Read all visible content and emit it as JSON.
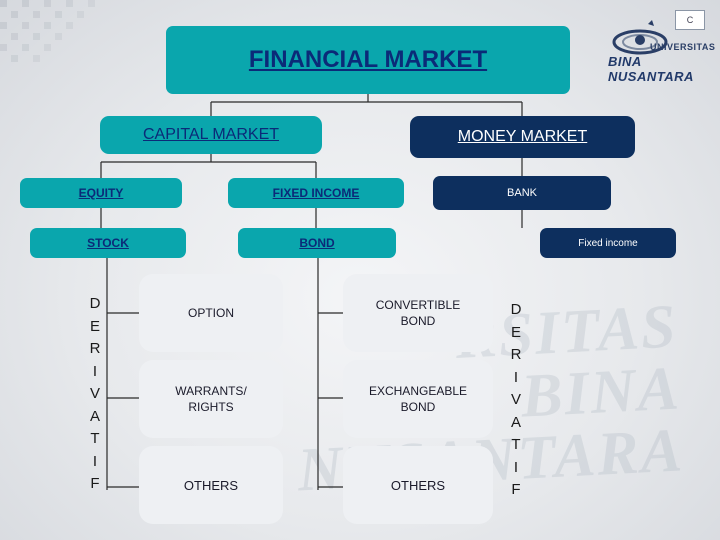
{
  "title": "FINANCIAL MARKET",
  "capital_market": "CAPITAL MARKET",
  "money_market": "MONEY MARKET",
  "equity": "EQUITY",
  "fixed_income": "FIXED INCOME",
  "bank": "BANK",
  "stock": "STOCK",
  "bond": "BOND",
  "fixed_income_money": "Fixed income",
  "derivatif_left": [
    "D",
    "E",
    "R",
    "I",
    "V",
    "A",
    "T",
    "I",
    "F"
  ],
  "derivatif_right": [
    "D",
    "E",
    "R",
    "I",
    "V",
    "A",
    "T",
    "I",
    "F"
  ],
  "stock_items": [
    "OPTION",
    "WARRANTS/ RIGHTS",
    "OTHERS"
  ],
  "bond_items": [
    "CONVERTIBLE BOND",
    "EXCHANGEABLE BOND",
    "OTHERS"
  ],
  "logo": {
    "line1": "UNIVERSITAS",
    "line2": "BINA NUSANTARA",
    "badge": "C"
  },
  "watermark": "RSITAS\nBINA NUSANTARA",
  "colors": {
    "teal": "#0aa6ad",
    "navy": "#0d2f5e",
    "text_blue": "#0b2a78"
  }
}
